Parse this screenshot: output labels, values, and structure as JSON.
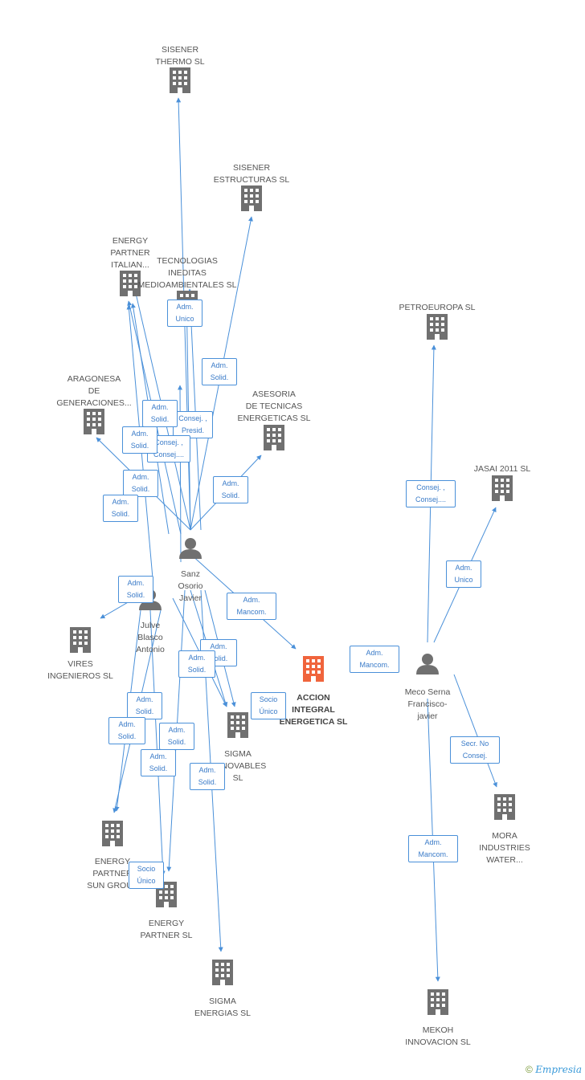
{
  "colors": {
    "edge": "#4a90d9",
    "node": "#707070",
    "main_node": "#f0643c",
    "person": "#707070",
    "label_text": "#555555",
    "label_border": "#4a90d9"
  },
  "companies": [
    {
      "id": "sisener-thermo",
      "label": "SISENER\nTHERMO SL",
      "icon": "building-icon"
    },
    {
      "id": "sisener-estructuras",
      "label": "SISENER\nESTRUCTURAS SL",
      "icon": "building-icon"
    },
    {
      "id": "energy-partner-italian",
      "label": "ENERGY\nPARTNER\nITALIAN...",
      "icon": "building-icon"
    },
    {
      "id": "tecnologias-ineditas",
      "label": "TECNOLOGIAS\nINEDITAS\nMEDIOAMBIENTALES SL",
      "icon": "building-icon"
    },
    {
      "id": "aragonesa",
      "label": "ARAGONESA\nDE\nGENERACIONES...",
      "icon": "building-icon"
    },
    {
      "id": "asesoria",
      "label": "ASESORIA\nDE TECNICAS\nENERGETICAS SL",
      "icon": "building-icon"
    },
    {
      "id": "petroeuropa",
      "label": "PETROEUROPA SL",
      "icon": "building-icon"
    },
    {
      "id": "jasai",
      "label": "JASAI 2011 SL",
      "icon": "building-icon"
    },
    {
      "id": "vires",
      "label": "VIRES\nINGENIEROS SL",
      "icon": "building-icon"
    },
    {
      "id": "accion",
      "label": "ACCION\nINTEGRAL\nENERGETICA SL",
      "icon": "building-icon"
    },
    {
      "id": "sigma-renovables",
      "label": "SIGMA\nRENOVABLES\nSL",
      "icon": "building-icon"
    },
    {
      "id": "energy-partner-sun",
      "label": "ENERGY\nPARTNER\nSUN GROUP",
      "icon": "building-icon"
    },
    {
      "id": "energy-partner",
      "label": "ENERGY\nPARTNER SL",
      "icon": "building-icon"
    },
    {
      "id": "sigma-energias",
      "label": "SIGMA\nENERGIAS SL",
      "icon": "building-icon"
    },
    {
      "id": "mora",
      "label": "MORA\nINDUSTRIES\nWATER...",
      "icon": "building-icon"
    },
    {
      "id": "mekoh",
      "label": "MEKOH\nINNOVACION SL",
      "icon": "building-icon"
    }
  ],
  "persons": [
    {
      "id": "sanz",
      "label": "Sanz\nOsorio\nJavier",
      "icon": "person-icon"
    },
    {
      "id": "julve",
      "label": "Julve\nBlasco\nAntonio",
      "icon": "person-icon"
    },
    {
      "id": "meco",
      "label": "Meco Serna\nFrancisco-\njavier",
      "icon": "person-icon"
    }
  ],
  "relations": [
    {
      "id": "r1",
      "label": "Adm.\nUnico"
    },
    {
      "id": "r2",
      "label": "Adm.\nSolid."
    },
    {
      "id": "r3",
      "label": "Consej. ,\nPresid."
    },
    {
      "id": "r4",
      "label": "Adm.\nSolid."
    },
    {
      "id": "r5",
      "label": "Consej. ,\nConsej...."
    },
    {
      "id": "r6",
      "label": "Adm.\nSolid."
    },
    {
      "id": "r7",
      "label": "Adm.\nSolid."
    },
    {
      "id": "r8",
      "label": "Adm.\nSolid."
    },
    {
      "id": "r9",
      "label": "Adm.\nSolid."
    },
    {
      "id": "r10",
      "label": "Adm.\nSolid."
    },
    {
      "id": "r11",
      "label": "Adm.\nMancom."
    },
    {
      "id": "r12",
      "label": "Adm.\nSolid."
    },
    {
      "id": "r13",
      "label": "Adm.\nSolid."
    },
    {
      "id": "r14",
      "label": "Socio\nÚnico"
    },
    {
      "id": "r15",
      "label": "Adm.\nSolid."
    },
    {
      "id": "r16",
      "label": "Adm.\nSolid."
    },
    {
      "id": "r17",
      "label": "Adm.\nSolid."
    },
    {
      "id": "r18",
      "label": "Adm.\nSolid."
    },
    {
      "id": "r19",
      "label": "Adm.\nSolid."
    },
    {
      "id": "r20",
      "label": "Socio\nÚnico"
    },
    {
      "id": "r21",
      "label": "Consej. ,\nConsej...."
    },
    {
      "id": "r22",
      "label": "Adm.\nUnico"
    },
    {
      "id": "r23",
      "label": "Adm.\nMancom."
    },
    {
      "id": "r24",
      "label": "Secr. No\nConsej."
    },
    {
      "id": "r25",
      "label": "Adm.\nMancom."
    }
  ],
  "footer": {
    "copyright": "©",
    "brand": "Empresia"
  }
}
